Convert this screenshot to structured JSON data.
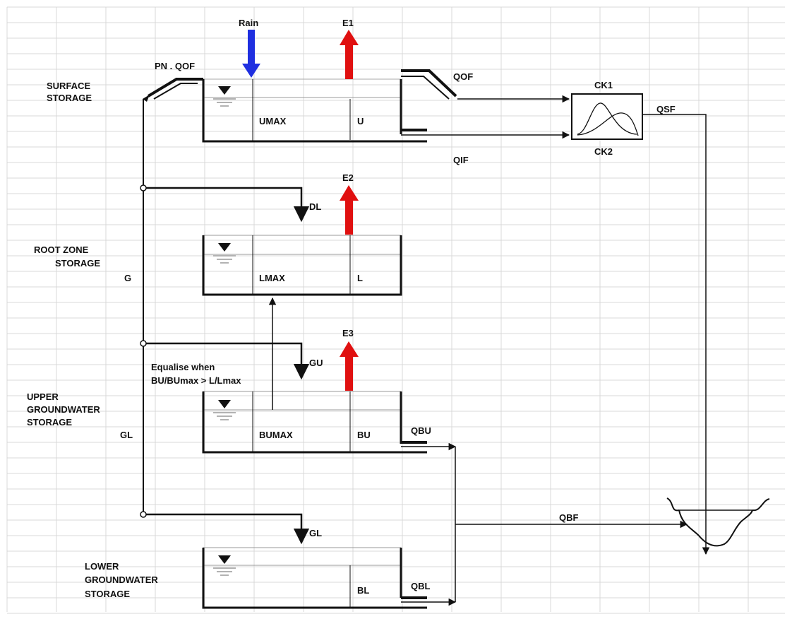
{
  "labels": {
    "rain": "Rain",
    "e1": "E1",
    "e2": "E2",
    "e3": "E3",
    "pn_qof": "PN . QOF",
    "qof": "QOF",
    "qif": "QIF",
    "ck1": "CK1",
    "ck2": "CK2",
    "qsf": "QSF",
    "surface_storage_1": "SURFACE",
    "surface_storage_2": "STORAGE",
    "umax": "UMAX",
    "u": "U",
    "dl": "DL",
    "root_zone_1": "ROOT ZONE",
    "root_zone_2": "STORAGE",
    "g": "G",
    "lmax": "LMAX",
    "l": "L",
    "gu": "GU",
    "equalise_1": "Equalise when",
    "equalise_2": "BU/BUmax > L/Lmax",
    "upper_gw_1": "UPPER",
    "upper_gw_2": "GROUNDWATER",
    "upper_gw_3": "STORAGE",
    "gl_left": "GL",
    "bumax": "BUMAX",
    "bu": "BU",
    "qbu": "QBU",
    "gl_arrow": "GL",
    "qbf": "QBF",
    "lower_gw_1": "LOWER",
    "lower_gw_2": "GROUNDWATER",
    "lower_gw_3": "STORAGE",
    "bl": "BL",
    "qbl": "QBL"
  },
  "colors": {
    "rain_arrow": "#1f2fe0",
    "evap_arrow": "#e01010",
    "lines": "#111111",
    "grid": "#d9d9d9",
    "water_symbol": "#999999"
  }
}
